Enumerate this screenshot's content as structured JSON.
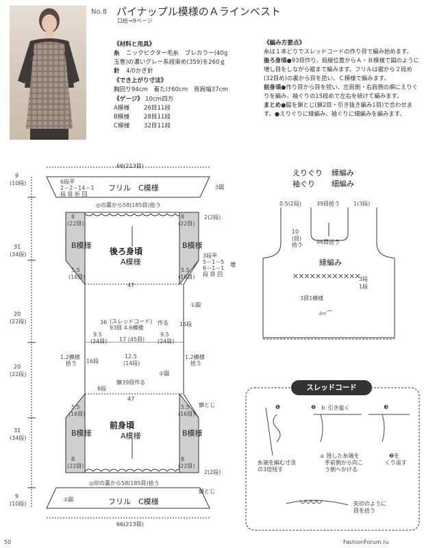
{
  "header": {
    "number": "No.8",
    "title": "パイナップル模様のＡラインベスト",
    "ref": "口絵→9ページ"
  },
  "materials": {
    "heading": "《材料と用具》",
    "yarn_label": "糸",
    "yarn_line1": "ニックビクター毛糸　プレカラー(40g",
    "yarn_line2": "玉巻)の濃いグレー系段染め(359)を260ｇ",
    "hook_label": "針",
    "hook": "4/0かぎ針"
  },
  "size": {
    "heading": "《でき上がり寸法》",
    "line": "胸回り94cm　着たけ60cm　背肩幅37cm"
  },
  "gauge": {
    "heading": "《ゲージ》",
    "unit": "10cm四方",
    "rows": [
      {
        "pattern": "A模様",
        "value": "26目11段"
      },
      {
        "pattern": "B模様",
        "value": "28目11段"
      },
      {
        "pattern": "C模様",
        "value": "32目11段"
      }
    ]
  },
  "instructions": {
    "heading": "《編み方要点》",
    "p1": "糸は１本どりでスレッドコードの作り目で編み始めます。",
    "p2_kw": "後ろ身頃",
    "p2": "●93目作り、肩線位置からＡ・Ｂ模様で図のように増し目をしながら裾まで編みます。フリルは裾から２段め(32目め)の裏から目を拾い、Ｃ模様で編みます。",
    "p3_kw": "前身頃",
    "p3": "●作り目から目を拾い、左肩側・右肩側の順にえりぐりを編み、袖ぐりの15段めで左右を続けて編みます。",
    "p4_kw": "まとめ",
    "p4": "●脇を鎖とじ(鎖2目・引き抜き編み1目)で合わせます。●えりぐりに縁編み、袖ぐりに細編みを編みます。"
  },
  "diagram": {
    "width_top": "66",
    "width_top_sub": "(213目)",
    "frill_label": "フリル　C模様",
    "frill_rule": "6段平",
    "frill_rule2": "2－2－14－1",
    "frill_rule3": "段 目 折 回",
    "frill_note": "3図",
    "pick_back": "◎の裏から58(185目)拾う",
    "back_label": "後ろ身頃",
    "back_pattern": "A模様",
    "b_pattern": "B模様",
    "b_pattern_short": "B\n模様",
    "num_8": "8",
    "num_22": "(22目)",
    "num_55": "5.5",
    "num_16": "(16目)",
    "side_2": "2",
    "side_2b": "(2段)",
    "inc_rule": "3段平",
    "inc_rule2": "5－1－5",
    "inc_rule3": "6－1－1",
    "inc_rule4": "段 目 回",
    "inc_label": "増",
    "w47": "47",
    "fig1": "①図",
    "rows16": "16段",
    "h9": "9",
    "h9s": "(10段)",
    "h31": "31",
    "h31s": "(34段)",
    "h20": "20",
    "h20s": "(22段)",
    "cast_num": "36",
    "cast_label": "(スレッドコード)",
    "cast_note": "93目 4.6模様",
    "cast_make": "作る",
    "v95": "9.5",
    "v24": "(24目)",
    "v17": "17",
    "v45": "(45目)",
    "pick12": "1.2模様",
    "pick12b": "拾う",
    "neck_w": "12.5",
    "neck_ws": "(14段)",
    "fig2": "②図",
    "chain39": "鎖39目作る",
    "rows8": "8段",
    "front_label": "前身頃",
    "front_pattern": "A模様",
    "chain_join": "鎖とじ",
    "pick_front": "◎印の裏から58(185目)拾う",
    "width_bot": "66",
    "width_bot_sub": "(213目)",
    "fig3": "③図"
  },
  "edging": {
    "neck": "えりぐり",
    "neck_p": "縁編み",
    "arm": "袖ぐり",
    "arm_p": "細編み",
    "d05": "0.5",
    "d05s": "(2段)",
    "pick39": "39目拾う",
    "d1": "1",
    "d1s": "(3段)",
    "d10": "10",
    "d10s": "(目)",
    "d10n": "拾う",
    "pick96": "96目拾う",
    "edge": "縁編み",
    "r3": "3段",
    "r1": "1段",
    "one_pattern": "3目1模様",
    "sym": "∂=⌒"
  },
  "thread_cord": {
    "banner": "スレッドコード",
    "s1": "❶",
    "s2": "❷",
    "s2t": "ｂ 引き抜く",
    "s3": "❸",
    "note1": "糸端を編む寸法",
    "note1b": "の3倍残す",
    "note2a": "ａ 残した糸端を",
    "note2b": "手前側から向こ",
    "note2c": "う側へかける",
    "note3": "❷を",
    "note3b": "くり返す",
    "note4": "矢印のように",
    "note4b": "目を拾う"
  },
  "footer": {
    "page": "50",
    "watermark": "FashionForum.ru"
  }
}
